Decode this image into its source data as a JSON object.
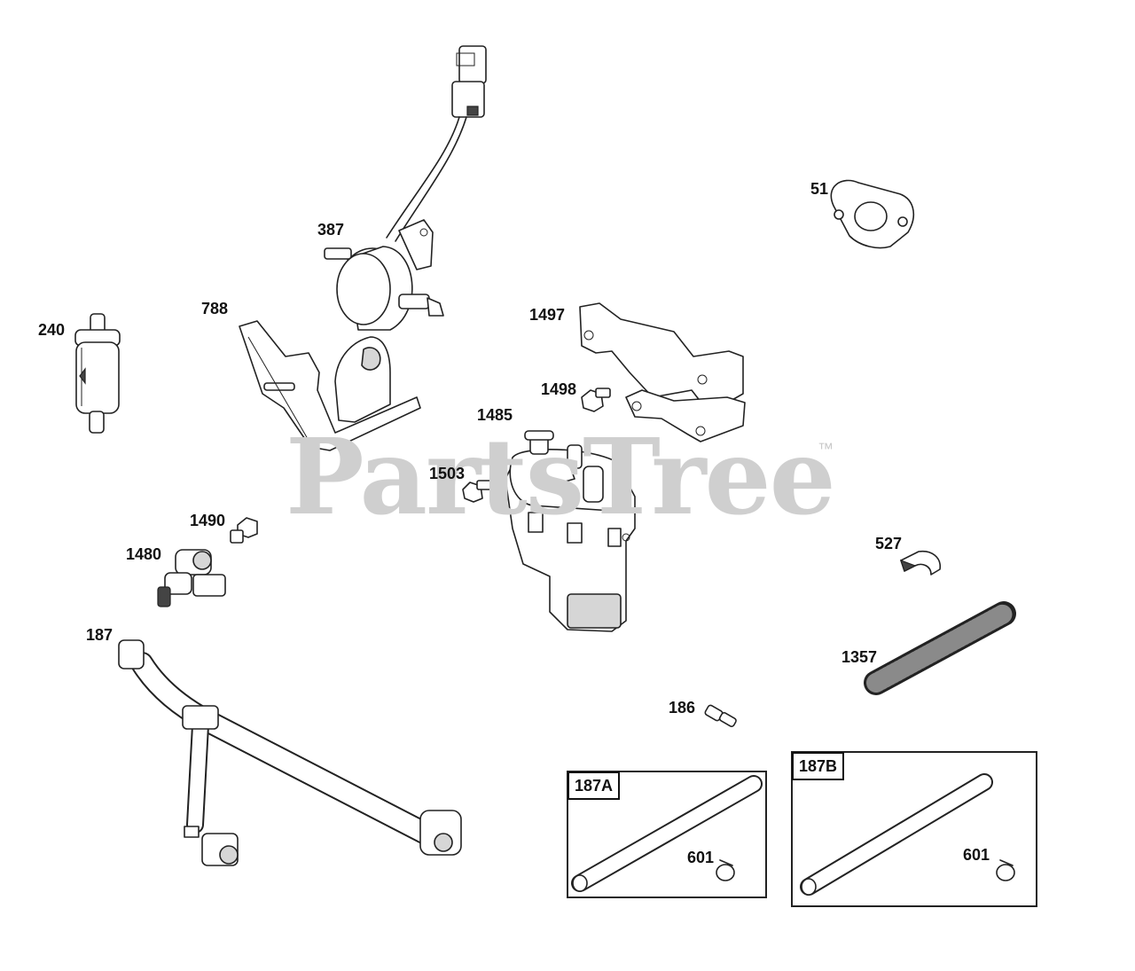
{
  "watermark": {
    "text": "PartsTree",
    "trademark": "™"
  },
  "parts": [
    {
      "id": "387",
      "label": "387"
    },
    {
      "id": "51",
      "label": "51"
    },
    {
      "id": "788",
      "label": "788"
    },
    {
      "id": "240",
      "label": "240"
    },
    {
      "id": "1497",
      "label": "1497"
    },
    {
      "id": "1498",
      "label": "1498"
    },
    {
      "id": "1485",
      "label": "1485"
    },
    {
      "id": "1503",
      "label": "1503"
    },
    {
      "id": "1490",
      "label": "1490"
    },
    {
      "id": "1480",
      "label": "1480"
    },
    {
      "id": "527",
      "label": "527"
    },
    {
      "id": "187",
      "label": "187"
    },
    {
      "id": "1357",
      "label": "1357"
    },
    {
      "id": "186",
      "label": "186"
    }
  ],
  "kits": [
    {
      "id": "187A",
      "label": "187A",
      "child_label": "601"
    },
    {
      "id": "187B",
      "label": "187B",
      "child_label": "601"
    }
  ]
}
